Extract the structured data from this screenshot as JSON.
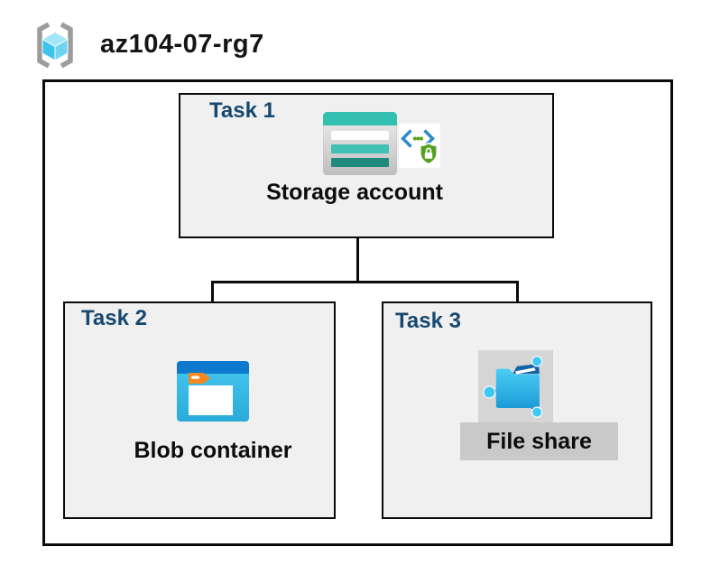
{
  "resource_group": {
    "name": "az104-07-rg7",
    "icon": "resource-group-icon"
  },
  "tasks": [
    {
      "label": "Task 1",
      "resource": "Storage account",
      "icons": [
        "storage-account-icon",
        "secure-access-icon"
      ]
    },
    {
      "label": "Task 2",
      "resource": "Blob container",
      "icons": [
        "blob-container-icon"
      ]
    },
    {
      "label": "Task 3",
      "resource": "File share",
      "icons": [
        "file-share-icon"
      ]
    }
  ],
  "connections": [
    {
      "from": "Storage account",
      "to": "Blob container"
    },
    {
      "from": "Storage account",
      "to": "File share"
    }
  ],
  "colors": {
    "task_label": "#17486f",
    "task_box_fill": "#f0f0f0",
    "border_black": "#0a0a0a",
    "storage_teal": "#33c0b0",
    "storage_teal_mid": "#3fc2b5",
    "storage_teal_dark": "#20897e",
    "blob_top_blue": "#0d79cf",
    "blob_body_cyan": "#35bce6",
    "blob_tab_orange": "#f6881f",
    "fileshare_navy": "#1263a8",
    "fileshare_cyan": "#3ec9f3",
    "secure_chevron_blue": "#2a8cca",
    "secure_green": "#55a01f",
    "rg_bracket_gray": "#9c9c9c",
    "rg_cube_cyan": "#3fc4ee",
    "highlight_gray": "#c9c9c9",
    "icon_bg_gray": "#d5d5d5"
  }
}
